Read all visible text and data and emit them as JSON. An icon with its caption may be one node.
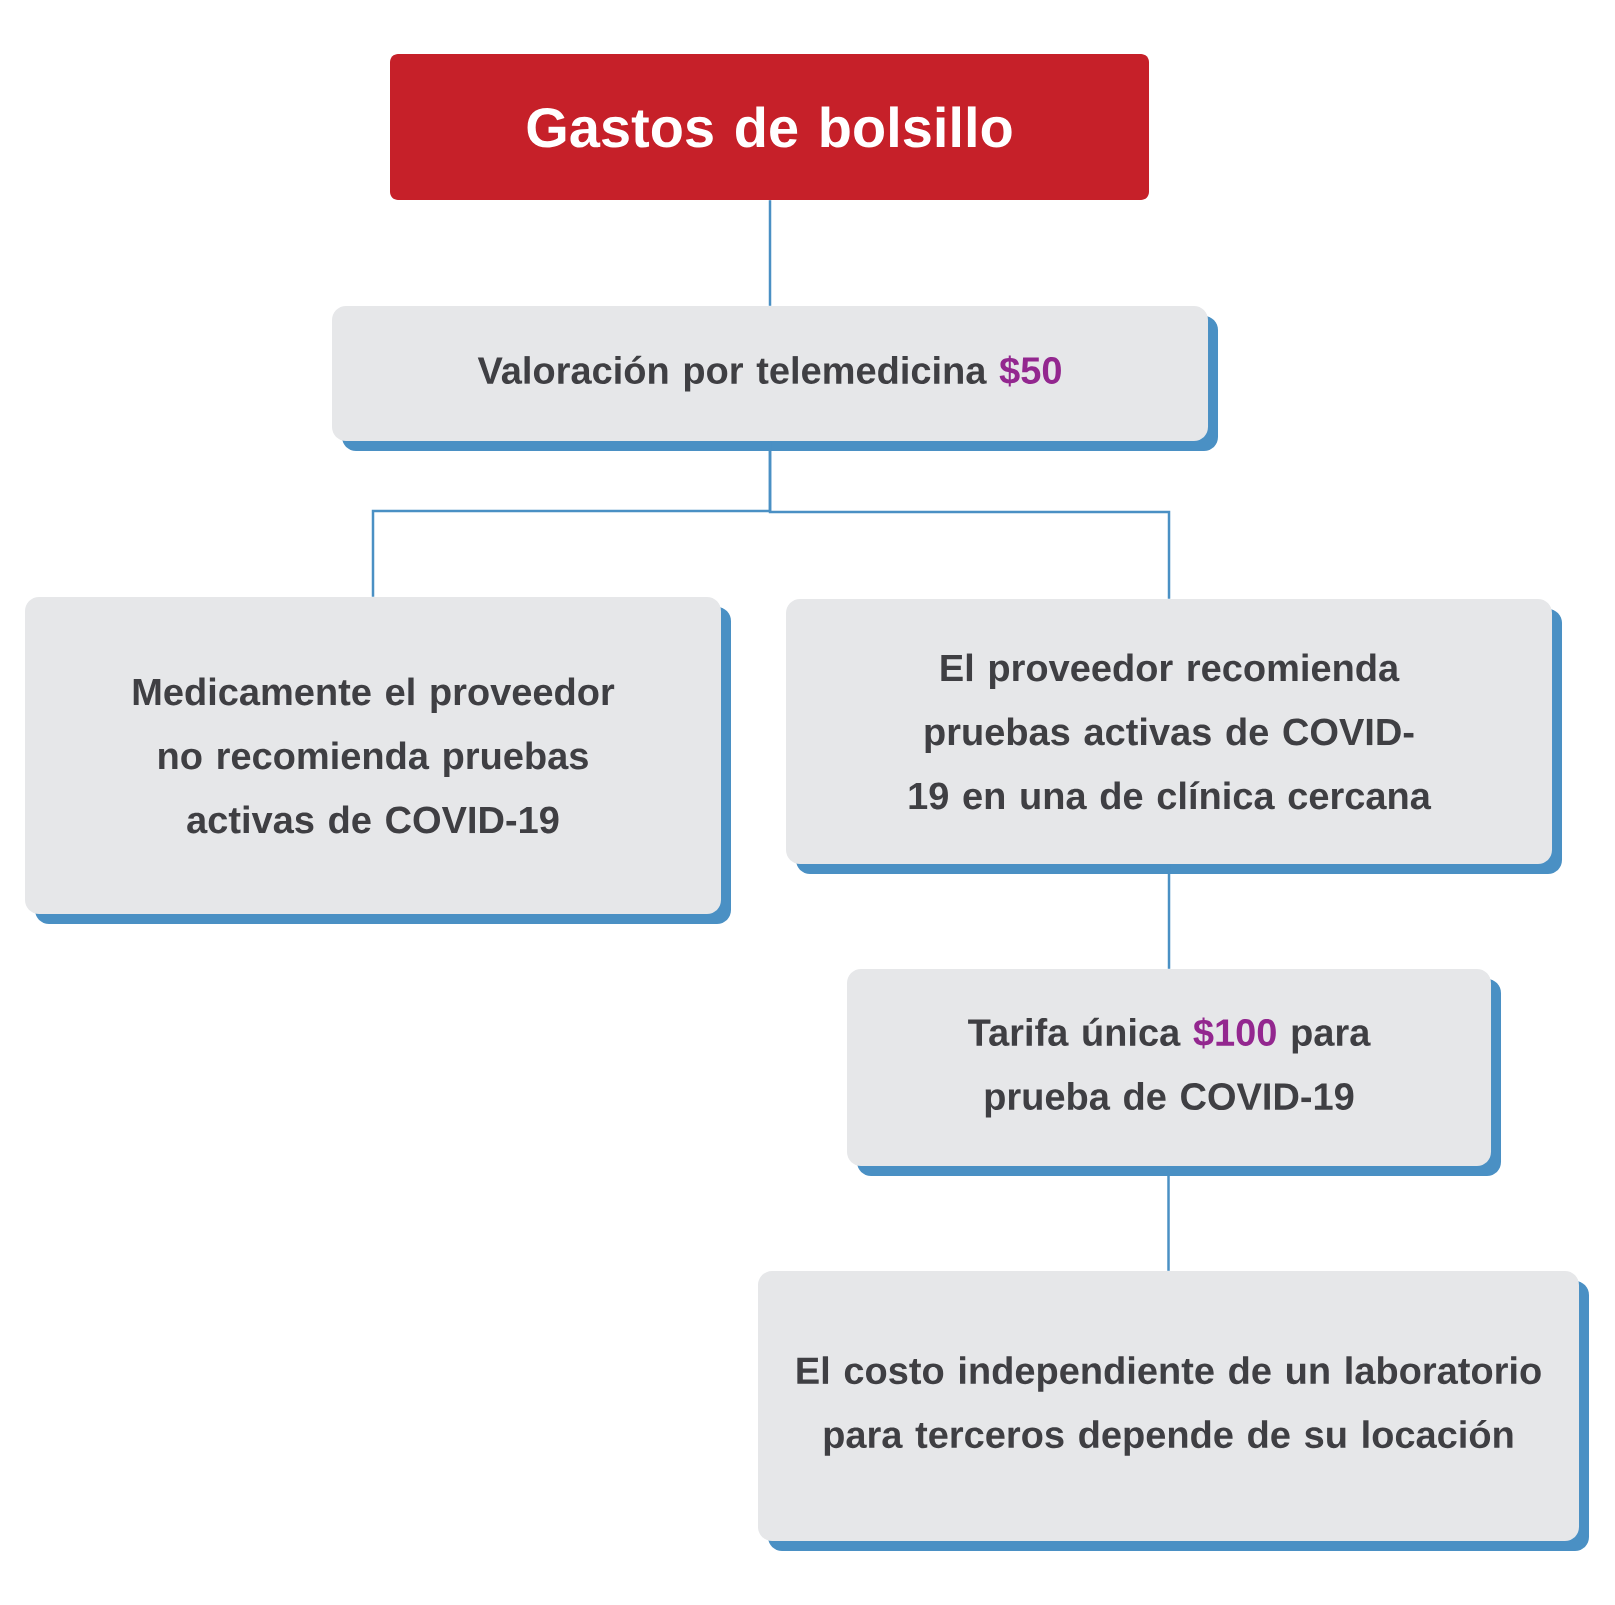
{
  "diagram": {
    "nodes": [
      {
        "text": [
          "Gastos de bolsillo"
        ]
      },
      {
        "text": [
          "Valoración por telemedicina **$50**"
        ]
      },
      {
        "text": [
          "Medicamente el proveedor no recomienda pruebas activas de COVID-19"
        ]
      },
      {
        "text": [
          "El proveedor recomienda pruebas activas de COVID-19 en una de clínica cercana"
        ]
      },
      {
        "text": [
          "Tarifa única **$100** para prueba de COVID-19"
        ]
      },
      {
        "text": [
          "El costo independiente de un laboratorio para terceros depende de su locación"
        ]
      }
    ],
    "edges": [
      {
        "from": 0,
        "to": 1,
        "arrow": "none"
      },
      {
        "from": 1,
        "to": 2,
        "arrow": "none"
      },
      {
        "from": 1,
        "to": 3,
        "arrow": "none"
      },
      {
        "from": 3,
        "to": 4,
        "arrow": "none"
      },
      {
        "from": 4,
        "to": 5,
        "arrow": "none"
      }
    ]
  }
}
